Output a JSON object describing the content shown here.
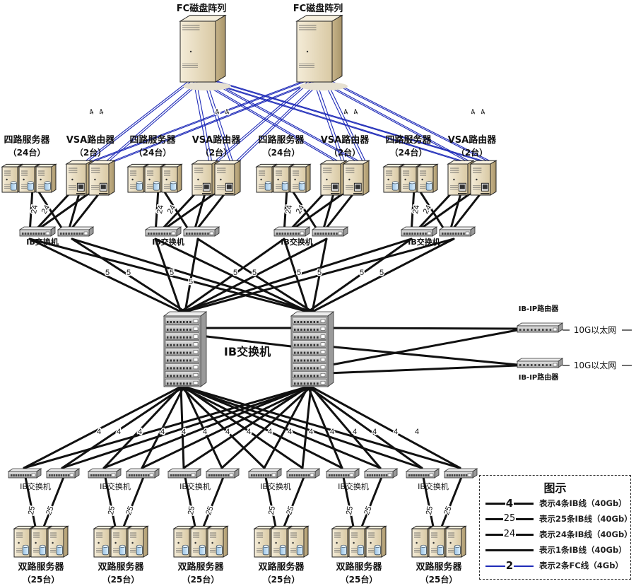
{
  "title": "IB network topology diagram",
  "colors": {
    "ib_line": "#111111",
    "fc_line": "#1f2bb8",
    "server_body": "#e8dcc0",
    "switch_body": "#c8c8c8"
  },
  "storage": {
    "label": "FC磁盘阵列",
    "count": 2
  },
  "upper_groups": [
    {
      "quad_label": "四路服务器",
      "quad_count": "（24台）",
      "vsa_label": "VSA路由器",
      "vsa_count": "（2台）",
      "switch_label": "IB交换机",
      "link_labels": [
        "24",
        "24"
      ]
    },
    {
      "quad_label": "四路服务器",
      "quad_count": "（24台）",
      "vsa_label": "VSA路由器",
      "vsa_count": "（2台）",
      "switch_label": "IB交换机",
      "link_labels": [
        "24",
        "24"
      ]
    },
    {
      "quad_label": "四路服务器",
      "quad_count": "（24台）",
      "vsa_label": "VSA路由器",
      "vsa_count": "（2台）",
      "switch_label": "IB交换机",
      "link_labels": [
        "24",
        "24"
      ]
    },
    {
      "quad_label": "四路服务器",
      "quad_count": "（24台）",
      "vsa_label": "VSA路由器",
      "vsa_count": "（2台）",
      "switch_label": "IB交换机",
      "link_labels": [
        "24",
        "24"
      ]
    }
  ],
  "fc_link_label": "4",
  "uplink_label": "5",
  "core": {
    "label": "IB交换机",
    "count": 2
  },
  "gateways": [
    {
      "label": "IB-IP路由器",
      "uplink": "10G以太网"
    },
    {
      "label": "IB-IP路由器",
      "uplink": "10G以太网"
    }
  ],
  "downlink_label": "4",
  "lower_groups": [
    {
      "server_label": "双路服务器",
      "server_count": "（25台）",
      "switch_label": "IB交换机",
      "link_labels": [
        "25",
        "25"
      ]
    },
    {
      "server_label": "双路服务器",
      "server_count": "（25台）",
      "switch_label": "IB交换机",
      "link_labels": [
        "25",
        "25"
      ]
    },
    {
      "server_label": "双路服务器",
      "server_count": "（25台）",
      "switch_label": "IB交换机",
      "link_labels": [
        "25",
        "25"
      ]
    },
    {
      "server_label": "双路服务器",
      "server_count": "（25台）",
      "switch_label": "IB交换机",
      "link_labels": [
        "25",
        "25"
      ]
    },
    {
      "server_label": "双路服务器",
      "server_count": "（25台）",
      "switch_label": "IB交换机",
      "link_labels": [
        "25",
        "25"
      ]
    },
    {
      "server_label": "双路服务器",
      "server_count": "（25台）",
      "switch_label": "IB交换机",
      "link_labels": [
        "25",
        "25"
      ]
    }
  ],
  "legend": {
    "title": "图示",
    "items": [
      {
        "symbol": "4",
        "text": "表示4条IB线（40Gb）",
        "kind": "ib"
      },
      {
        "symbol": "25",
        "text": "表示25条IB线（40Gb）",
        "kind": "ib"
      },
      {
        "symbol": "24",
        "text": "表示24条IB线（40Gb）",
        "kind": "ib"
      },
      {
        "symbol": "",
        "text": "表示1条IB线（40Gb）",
        "kind": "ib"
      },
      {
        "symbol": "2",
        "text": "表示2条FC线（4Gb）",
        "kind": "fc"
      }
    ]
  }
}
